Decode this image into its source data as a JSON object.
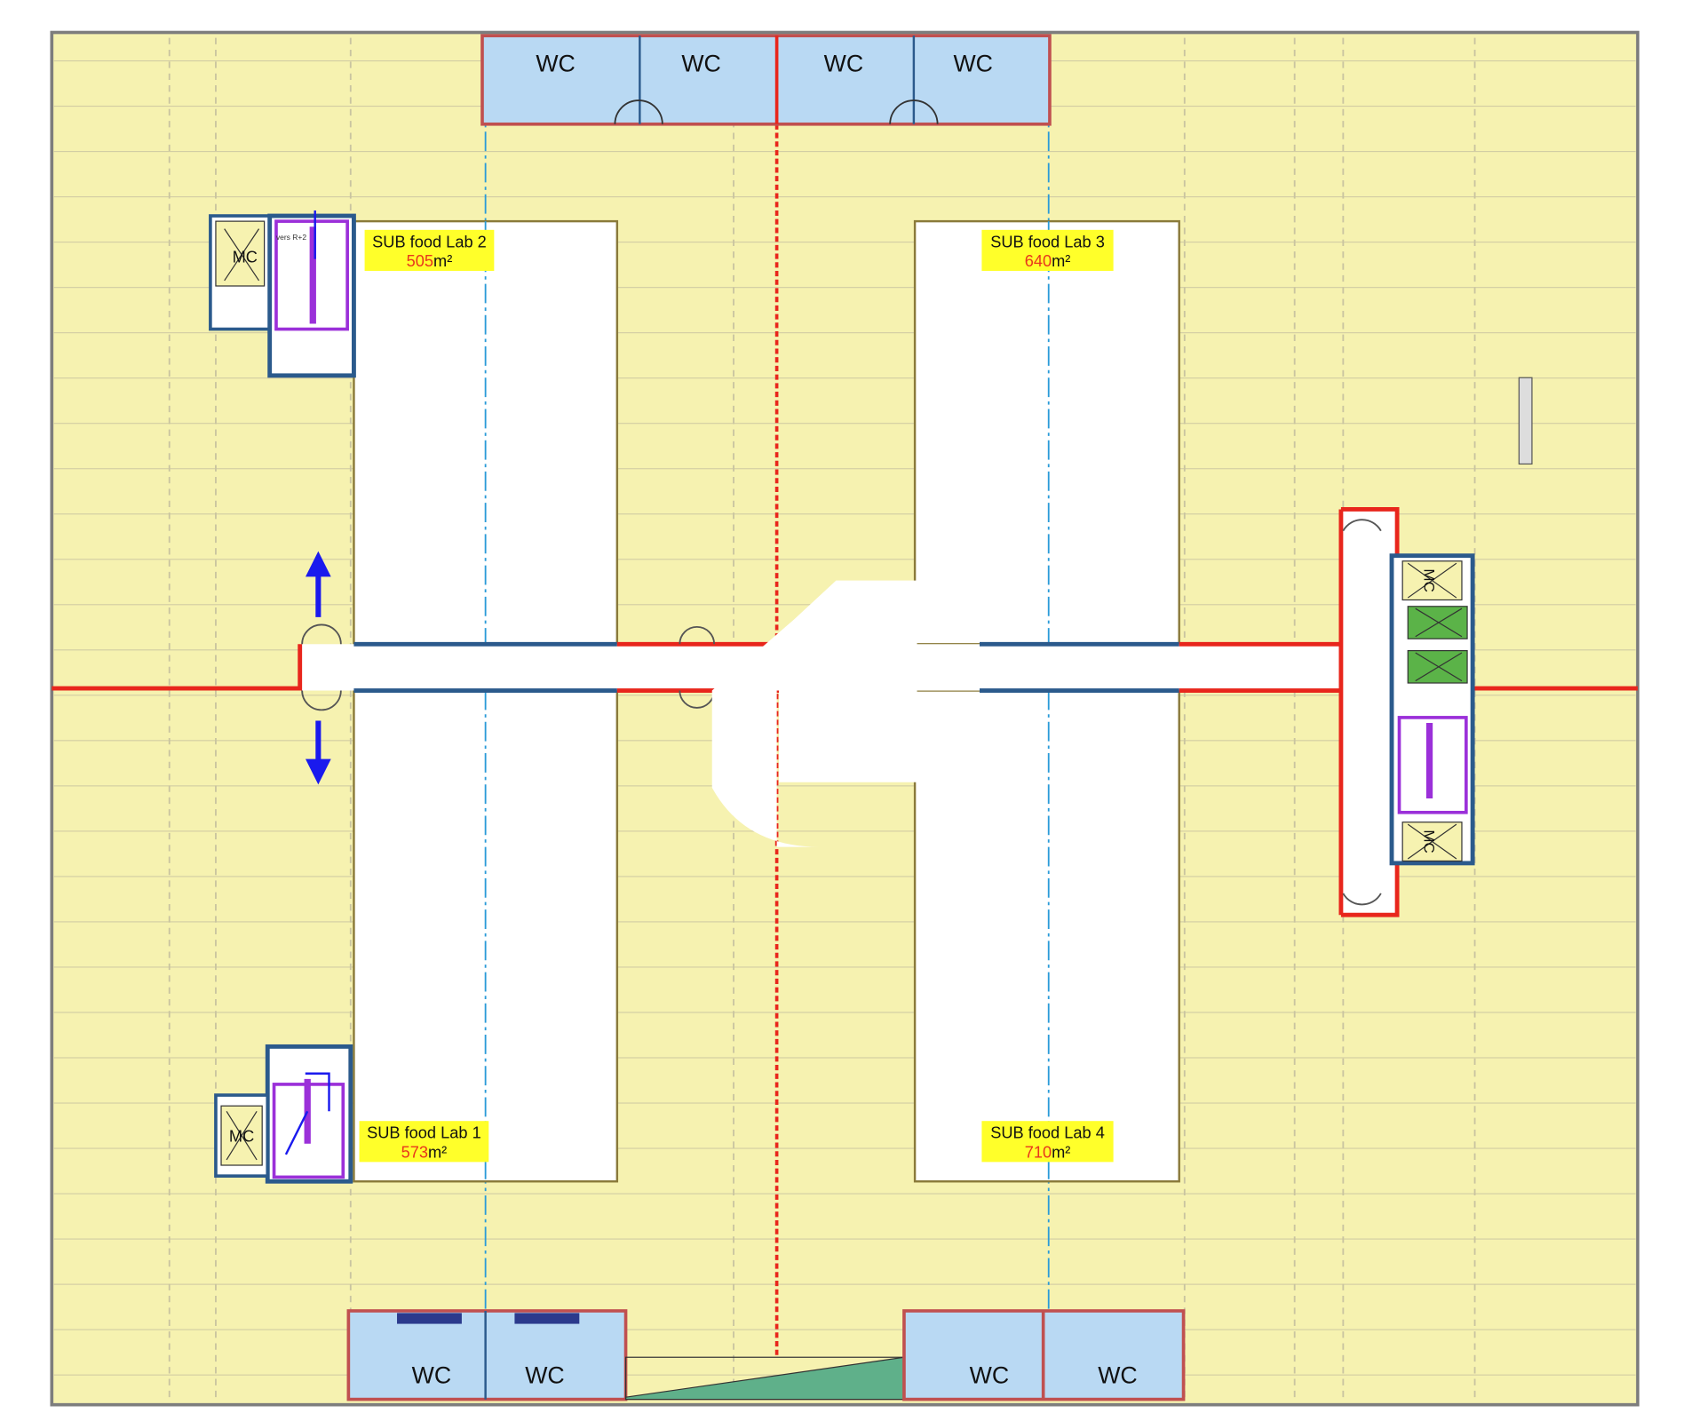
{
  "plan": {
    "top_wc": [
      "WC",
      "WC",
      "WC",
      "WC"
    ],
    "bottom_wc_left": [
      "WC",
      "WC"
    ],
    "bottom_wc_right": [
      "WC",
      "WC"
    ],
    "labs": [
      {
        "name": "SUB food Lab 2",
        "area": "505",
        "unit": "m²"
      },
      {
        "name": "SUB food Lab 3",
        "area": "640",
        "unit": "m²"
      },
      {
        "name": "SUB food Lab 1",
        "area": "573",
        "unit": "m²"
      },
      {
        "name": "SUB food Lab 4",
        "area": "710",
        "unit": "m²"
      }
    ],
    "mc_label": "MC",
    "stair_label": "vers R+2"
  },
  "colors": {
    "floor": "#f6f2b0",
    "wc": "#b9d9f3",
    "wall_red": "#e8261c",
    "wall_blue": "#2b5a8c",
    "label_bg": "#ffff2a",
    "area_text": "#e8361c",
    "arrow": "#1a1aee",
    "ramp": "#5fb08a"
  }
}
